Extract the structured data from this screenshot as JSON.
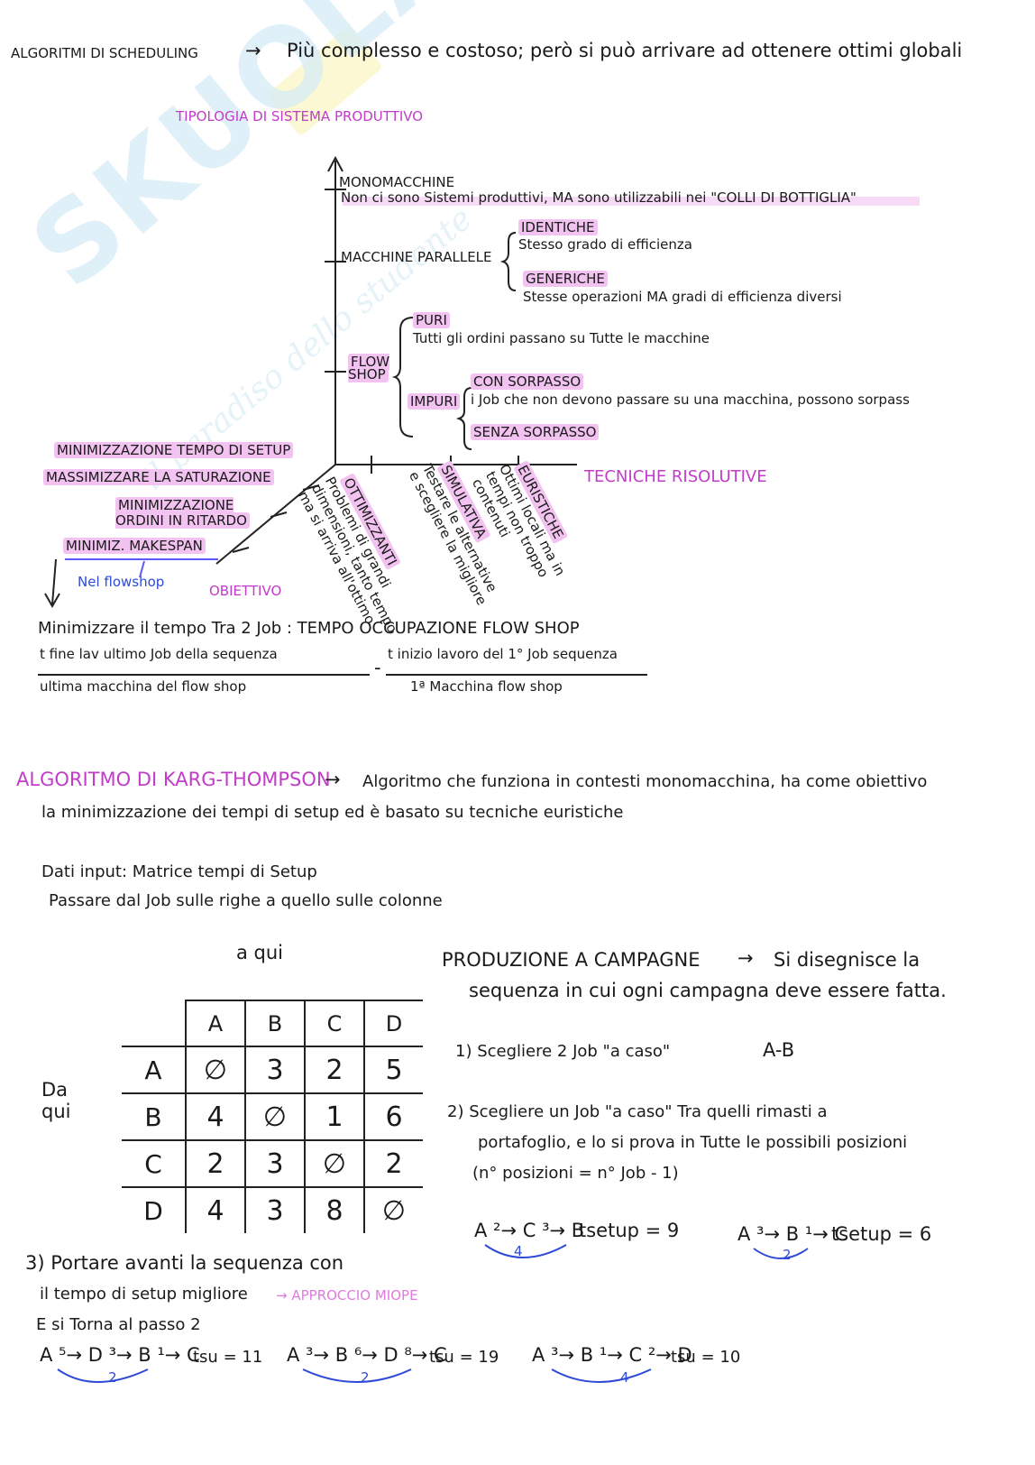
{
  "watermark": {
    "brand": "SKUOLA.net",
    "tagline": "il paradiso dello studente"
  },
  "header": {
    "title": "ALGORITMI DI SCHEDULING",
    "arrow": "→",
    "text": "Più complesso e costoso; però si può arrivare ad ottenere ottimi globali"
  },
  "diagram": {
    "y_axis_title": "TIPOLOGIA DI SISTEMA PRODUTTIVO",
    "monomacchine": {
      "label": "MONOMACCHINE",
      "desc": "Non ci sono Sistemi produttivi, MA sono utilizzabili nei \"COLLI DI BOTTIGLIA\""
    },
    "macchine_parallele": {
      "label": "MACCHINE PARALLELE",
      "identiche": "IDENTICHE",
      "identiche_desc": "Stesso grado di efficienza",
      "generiche": "GENERICHE",
      "generiche_desc": "Stesse operazioni MA gradi di efficienza diversi"
    },
    "flow_shop": {
      "label": "FLOW SHOP",
      "puri": "PURI",
      "puri_desc": "Tutti gli ordini passano su Tutte le macchine",
      "impuri": "IMPURI",
      "con_sorpasso": "CON SORPASSO",
      "con_sorpasso_desc": "i Job che non devono passare su una macchina, possono sorpass",
      "senza_sorpasso": "SENZA SORPASSO"
    },
    "x_axis_title": "TECNICHE RISOLUTIVE",
    "techniques": [
      {
        "label": "OTTIMIZZANTI",
        "desc": "Problemi di grandi dimensioni, tanto tempo ma si arriva all'ottimo"
      },
      {
        "label": "SIMULATIVA",
        "desc": "Testare le alternative e scegliere la migliore"
      },
      {
        "label": "EURISTICHE",
        "desc": "Ottimi locali ma in tempi non troppo contenuti"
      }
    ],
    "z_axis_title": "OBIETTIVO",
    "objectives": [
      "MINIMIZZAZIONE TEMPO DI SETUP",
      "MASSIMIZZARE LA SATURAZIONE",
      "MINIMIZZAZIONE ORDINI IN RITARDO",
      "MINIMIZ. MAKESPAN"
    ],
    "flowshop_note": "Nel flowshop"
  },
  "makespan": {
    "line1": "Minimizzare il tempo Tra 2 Job : TEMPO OCCUPAZIONE FLOW SHOP",
    "term1_top": "t fine lav ultimo Job della sequenza",
    "term1_bottom": "ultima macchina del flow shop",
    "minus": "-",
    "term2_top": "t inizio lavoro del 1° Job sequenza",
    "term2_bottom": "1ª Macchina flow shop"
  },
  "karg": {
    "title": "ALGORITMO DI KARG-THOMPSON",
    "arrow": "→",
    "desc1": "Algoritmo che funziona in contesti monomacchina, ha come obiettivo",
    "desc2": "la minimizzazione dei tempi di setup ed è basato su tecniche euristiche",
    "input1": "Dati input: Matrice tempi di Setup",
    "input2": "Passare dal Job sulle righe a quello sulle colonne"
  },
  "matrix": {
    "col_caption": "a qui",
    "row_caption": "Da qui",
    "columns": [
      "A",
      "B",
      "C",
      "D"
    ],
    "rows": [
      {
        "label": "A",
        "cells": [
          "∅",
          "3",
          "2",
          "5"
        ]
      },
      {
        "label": "B",
        "cells": [
          "4",
          "∅",
          "1",
          "6"
        ]
      },
      {
        "label": "C",
        "cells": [
          "2",
          "3",
          "∅",
          "2"
        ]
      },
      {
        "label": "D",
        "cells": [
          "4",
          "3",
          "8",
          "∅"
        ]
      }
    ]
  },
  "campagne": {
    "title": "PRODUZIONE A CAMPAGNE",
    "arrow": "→",
    "desc1": "Si disegnisce la",
    "desc2": "sequenza in cui ogni campagna deve essere fatta.",
    "step1": "1) Scegliere 2 Job \"a caso\"",
    "step1_example": "A-B",
    "step2_line1": "2) Scegliere un Job \"a caso\" Tra quelli rimasti a",
    "step2_line2": "portafoglio, e lo si prova in Tutte le possibili posizioni",
    "step2_line3": "(n° posizioni = n° Job - 1)",
    "seq_a": {
      "text": "A ²→ C ³→ B",
      "under": "4",
      "result": "tsetup = 9"
    },
    "seq_b": {
      "text": "A ³→ B ¹→ C",
      "under": "2",
      "result": "tsetup = 6"
    }
  },
  "step3": {
    "line1": "3) Portare avanti la sequenza con",
    "line2": "il tempo di setup migliore",
    "note": "→ APPROCCIO MIOPE",
    "line3": "E si Torna al passo 2",
    "seqs": [
      {
        "text": "A ⁵→ D ³→ B ¹→ C",
        "under": "2",
        "result": "tsu = 11"
      },
      {
        "text": "A ³→ B ⁶→ D ⁸→ C",
        "under": "2",
        "result": "tsu = 19"
      },
      {
        "text": "A ³→ B ¹→ C ²→ D",
        "under": "4",
        "result": "tsu = 10"
      }
    ]
  }
}
